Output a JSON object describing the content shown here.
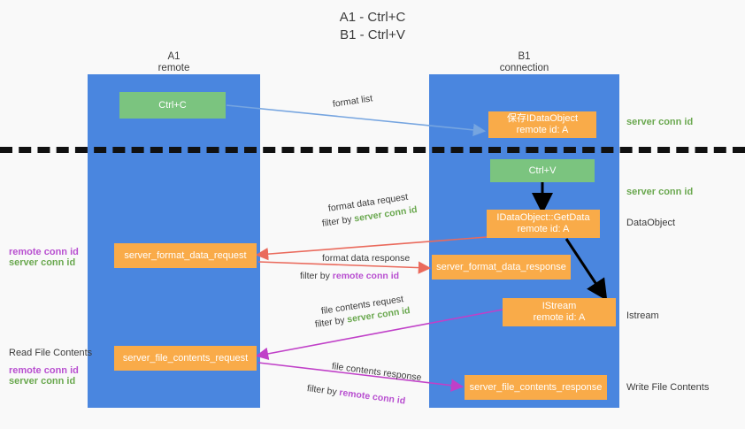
{
  "title": {
    "line1": "A1 - Ctrl+C",
    "line2": "B1 - Ctrl+V"
  },
  "lanes": [
    {
      "id": "A1",
      "name": "A1",
      "sub": "remote"
    },
    {
      "id": "B1",
      "name": "B1",
      "sub": "connection"
    }
  ],
  "nodes": {
    "ctrl_c": {
      "label": "Ctrl+C",
      "color": "#7bc47f"
    },
    "ctrl_v": {
      "label": "Ctrl+V",
      "color": "#7bc47f"
    },
    "save_idataobject": {
      "line1": "保存IDataObject",
      "line2": "remote id: A",
      "color": "#f9ab49"
    },
    "getdata": {
      "line1": "IDataObject::GetData",
      "line2": "remote id: A",
      "color": "#f9ab49"
    },
    "istream": {
      "line1": "IStream",
      "line2": "remote id: A",
      "color": "#f9ab49"
    },
    "server_format_data_request": {
      "label": "server_format_data_request",
      "color": "#f9ab49"
    },
    "server_format_data_response": {
      "label": "server_format_data_response",
      "color": "#f9ab49"
    },
    "server_file_contents_request": {
      "label": "server_file_contents_request",
      "color": "#f9ab49"
    },
    "server_file_contents_response": {
      "label": "server_file_contents_response",
      "color": "#f9ab49"
    }
  },
  "arrows": [
    {
      "id": "format-list",
      "label": "format list",
      "filter_prefix": "",
      "filter_value": "",
      "filter_kind": ""
    },
    {
      "id": "format-data-request",
      "label": "format data request",
      "filter_prefix": "filter by ",
      "filter_value": "server conn id",
      "filter_kind": "server"
    },
    {
      "id": "format-data-response",
      "label": "format data response",
      "filter_prefix": "filter by ",
      "filter_value": "remote conn id",
      "filter_kind": "remote"
    },
    {
      "id": "file-contents-request",
      "label": "file contents request",
      "filter_prefix": "filter by ",
      "filter_value": "server conn id",
      "filter_kind": "server"
    },
    {
      "id": "file-contents-response",
      "label": "file contents response",
      "filter_prefix": "filter by ",
      "filter_value": "remote conn id",
      "filter_kind": "remote"
    }
  ],
  "right_notes": [
    {
      "id": "note-server-conn-id-1",
      "text": "server conn id",
      "kind": "server"
    },
    {
      "id": "note-server-conn-id-2",
      "text": "server conn id",
      "kind": "server"
    },
    {
      "id": "note-dataobject",
      "text": "DataObject",
      "kind": "plain"
    },
    {
      "id": "note-istream",
      "text": "Istream",
      "kind": "plain"
    },
    {
      "id": "note-write-file",
      "text": "Write File Contents",
      "kind": "plain"
    }
  ],
  "left_notes": [
    {
      "id": "note-remote-conn-id-1",
      "text": "remote conn id",
      "kind": "remote"
    },
    {
      "id": "note-server-conn-id-3",
      "text": "server conn id",
      "kind": "server"
    },
    {
      "id": "note-read-file",
      "text": "Read File Contents",
      "kind": "plain"
    },
    {
      "id": "note-remote-conn-id-2",
      "text": "remote conn id",
      "kind": "remote"
    },
    {
      "id": "note-server-conn-id-4",
      "text": "server conn id",
      "kind": "server"
    }
  ],
  "colors": {
    "lane": "#4a86df",
    "green_box": "#7bc47f",
    "orange_box": "#f9ab49",
    "server_text": "#6aa84f",
    "remote_text": "#b84fd0",
    "arrow_blue": "#76a5e0",
    "arrow_red": "#ea6a5c",
    "arrow_magenta": "#c040c8",
    "arrow_black": "#000000",
    "divider": "#111111",
    "background": "#f9f9f9"
  }
}
